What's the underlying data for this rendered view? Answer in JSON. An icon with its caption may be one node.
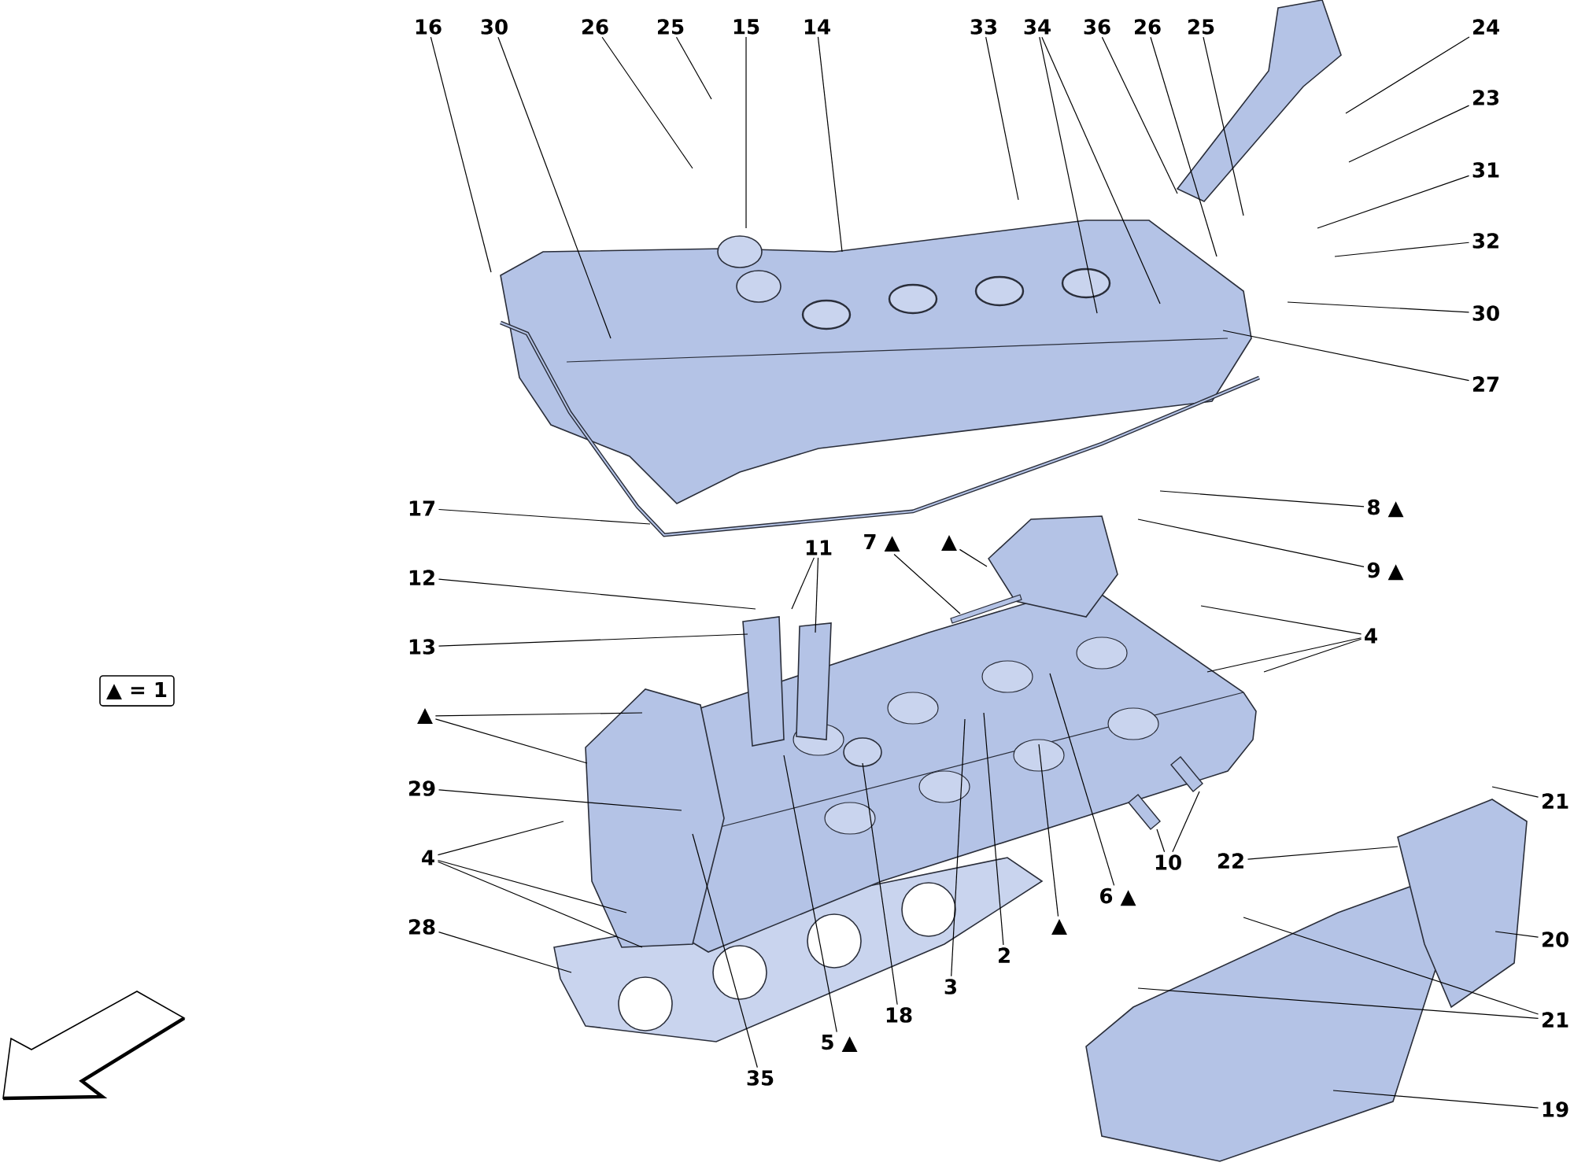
{
  "diagram": {
    "nodes": [
      {
        "text": [
          "16"
        ]
      },
      {
        "text": [
          "30"
        ]
      },
      {
        "text": [
          "26"
        ]
      },
      {
        "text": [
          "25"
        ]
      },
      {
        "text": [
          "15"
        ]
      },
      {
        "text": [
          "14"
        ]
      },
      {
        "text": [
          "33"
        ]
      },
      {
        "text": [
          "34"
        ]
      },
      {
        "text": [
          "36"
        ]
      },
      {
        "text": [
          "26"
        ]
      },
      {
        "text": [
          "25"
        ]
      },
      {
        "text": [
          "24"
        ]
      },
      {
        "text": [
          "23"
        ]
      },
      {
        "text": [
          "31"
        ]
      },
      {
        "text": [
          "32"
        ]
      },
      {
        "text": [
          "30"
        ]
      },
      {
        "text": [
          "27"
        ]
      },
      {
        "text": [
          "17"
        ]
      },
      {
        "text": [
          "12"
        ]
      },
      {
        "text": [
          "13"
        ]
      },
      {
        "text": [
          "11"
        ]
      },
      {
        "text": [
          "7 ▲"
        ]
      },
      {
        "text": [
          "▲"
        ]
      },
      {
        "text": [
          "8 ▲"
        ]
      },
      {
        "text": [
          "9 ▲"
        ]
      },
      {
        "text": [
          "4"
        ]
      },
      {
        "text": [
          "▲"
        ]
      },
      {
        "text": [
          "29"
        ]
      },
      {
        "text": [
          "4"
        ]
      },
      {
        "text": [
          "28"
        ]
      },
      {
        "text": [
          "35"
        ]
      },
      {
        "text": [
          "5 ▲"
        ]
      },
      {
        "text": [
          "18"
        ]
      },
      {
        "text": [
          "3"
        ]
      },
      {
        "text": [
          "2"
        ]
      },
      {
        "text": [
          "▲"
        ]
      },
      {
        "text": [
          "6 ▲"
        ]
      },
      {
        "text": [
          "10"
        ]
      },
      {
        "text": [
          "22"
        ]
      },
      {
        "text": [
          "21"
        ]
      },
      {
        "text": [
          "20"
        ]
      },
      {
        "text": [
          "21"
        ]
      },
      {
        "text": [
          "19"
        ]
      },
      {
        "text": [
          "▲ = 1"
        ]
      }
    ],
    "edges": [
      {
        "from": 0,
        "to": null,
        "arrow": "none"
      },
      {
        "from": 1,
        "to": null,
        "arrow": "none"
      },
      {
        "from": 2,
        "to": null,
        "arrow": "none"
      },
      {
        "from": 3,
        "to": null,
        "arrow": "none"
      },
      {
        "from": 4,
        "to": null,
        "arrow": "none"
      },
      {
        "from": 5,
        "to": null,
        "arrow": "none"
      },
      {
        "from": 6,
        "to": null,
        "arrow": "none"
      },
      {
        "from": 7,
        "to": null,
        "arrow": "none"
      },
      {
        "from": 7,
        "to": null,
        "arrow": "none"
      },
      {
        "from": 8,
        "to": null,
        "arrow": "none"
      },
      {
        "from": 9,
        "to": null,
        "arrow": "none"
      },
      {
        "from": 10,
        "to": null,
        "arrow": "none"
      },
      {
        "from": 11,
        "to": null,
        "arrow": "none"
      },
      {
        "from": 12,
        "to": null,
        "arrow": "none"
      },
      {
        "from": 13,
        "to": null,
        "arrow": "none"
      },
      {
        "from": 14,
        "to": null,
        "arrow": "none"
      },
      {
        "from": 15,
        "to": null,
        "arrow": "none"
      },
      {
        "from": 16,
        "to": null,
        "arrow": "none"
      },
      {
        "from": 17,
        "to": null,
        "arrow": "none"
      },
      {
        "from": 18,
        "to": null,
        "arrow": "none"
      },
      {
        "from": 19,
        "to": null,
        "arrow": "none"
      },
      {
        "from": 20,
        "to": null,
        "arrow": "none"
      },
      {
        "from": 20,
        "to": null,
        "arrow": "none"
      },
      {
        "from": 21,
        "to": null,
        "arrow": "none"
      },
      {
        "from": 22,
        "to": null,
        "arrow": "none"
      },
      {
        "from": 23,
        "to": null,
        "arrow": "none"
      },
      {
        "from": 24,
        "to": null,
        "arrow": "none"
      },
      {
        "from": 25,
        "to": null,
        "arrow": "none"
      },
      {
        "from": 25,
        "to": null,
        "arrow": "none"
      },
      {
        "from": 25,
        "to": null,
        "arrow": "none"
      },
      {
        "from": 26,
        "to": null,
        "arrow": "none"
      },
      {
        "from": 26,
        "to": null,
        "arrow": "none"
      },
      {
        "from": 27,
        "to": null,
        "arrow": "none"
      },
      {
        "from": 28,
        "to": null,
        "arrow": "none"
      },
      {
        "from": 28,
        "to": null,
        "arrow": "none"
      },
      {
        "from": 28,
        "to": null,
        "arrow": "none"
      },
      {
        "from": 29,
        "to": null,
        "arrow": "none"
      },
      {
        "from": 30,
        "to": null,
        "arrow": "none"
      },
      {
        "from": 31,
        "to": null,
        "arrow": "none"
      },
      {
        "from": 32,
        "to": null,
        "arrow": "none"
      },
      {
        "from": 33,
        "to": null,
        "arrow": "none"
      },
      {
        "from": 34,
        "to": null,
        "arrow": "none"
      },
      {
        "from": 35,
        "to": null,
        "arrow": "none"
      },
      {
        "from": 36,
        "to": null,
        "arrow": "none"
      },
      {
        "from": 37,
        "to": null,
        "arrow": "none"
      },
      {
        "from": 37,
        "to": null,
        "arrow": "none"
      },
      {
        "from": 38,
        "to": null,
        "arrow": "none"
      },
      {
        "from": 39,
        "to": null,
        "arrow": "none"
      },
      {
        "from": 40,
        "to": null,
        "arrow": "none"
      },
      {
        "from": 41,
        "to": null,
        "arrow": "none"
      },
      {
        "from": 41,
        "to": null,
        "arrow": "none"
      },
      {
        "from": 42,
        "to": null,
        "arrow": "none"
      }
    ]
  }
}
